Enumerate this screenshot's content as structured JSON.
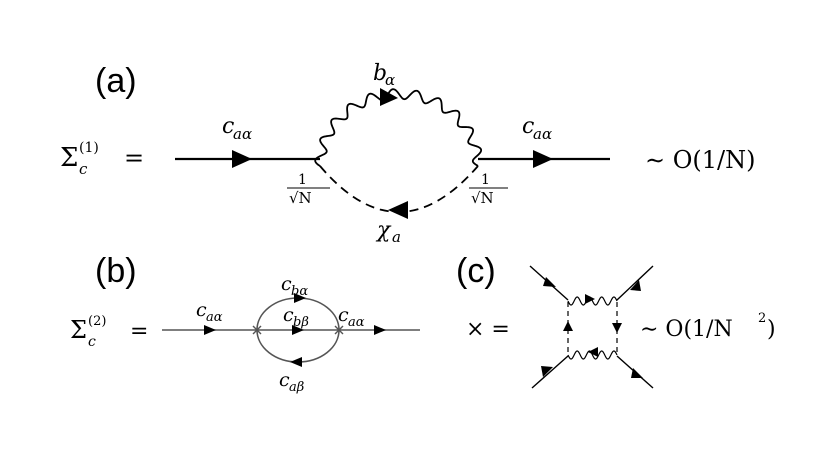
{
  "panels": {
    "a": {
      "label": "(a)",
      "sigma_symbol": "Σ",
      "sigma_sub": "c",
      "sigma_sup": "(1)",
      "equals": "=",
      "left_line_main": "c",
      "left_line_sub": "aα",
      "right_line_main": "c",
      "right_line_sub": "aα",
      "boson_main": "b",
      "boson_sub": "α",
      "spinon_main": "χ",
      "spinon_sub": "a",
      "vertex_num": "1",
      "vertex_den": "√N",
      "order": "∼ O(1/N)"
    },
    "b": {
      "label": "(b)",
      "sigma_symbol": "Σ",
      "sigma_sub": "c",
      "sigma_sup": "(2)",
      "equals": "=",
      "left_main": "c",
      "left_sub": "aα",
      "right_main": "c",
      "right_sub": "aα",
      "top_main": "c",
      "top_sub": "bα",
      "middle_main": "c",
      "middle_sub": "bβ",
      "bottom_main": "c",
      "bottom_sub": "aβ"
    },
    "c": {
      "label": "(c)",
      "times_equals": "× =",
      "order_prefix": "∼ O(1/N",
      "order_sup": "2",
      "order_suffix": ")"
    }
  }
}
